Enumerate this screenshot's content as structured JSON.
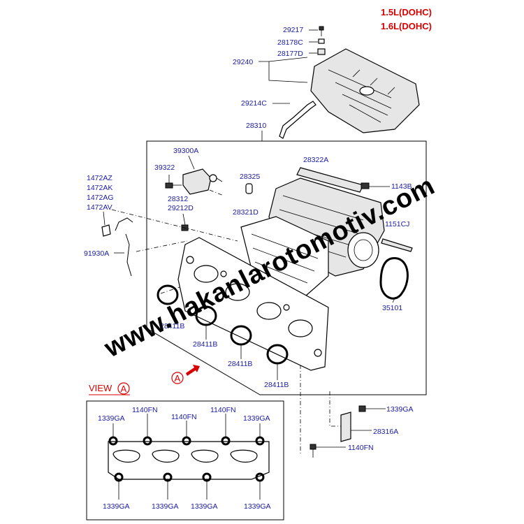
{
  "header": {
    "engine_line1": "1.5L(DOHC)",
    "engine_line2": "1.6L(DOHC)"
  },
  "parts": {
    "p29217": "29217",
    "p28178C": "28178C",
    "p28177D": "28177D",
    "p29240": "29240",
    "p29214C": "29214C",
    "p28310": "28310",
    "p39300A": "39300A",
    "p39322": "39322",
    "p28325": "28325",
    "p28322A": "28322A",
    "p1143B": "1143B",
    "p1472AZ": "1472AZ",
    "p1472AK": "1472AK",
    "p1472AG": "1472AG",
    "p1472AV": "1472AV",
    "p28312": "28312",
    "p29212D": "29212D",
    "p28321D": "28321D",
    "p1151CJ": "1151CJ",
    "p91930A": "91930A",
    "p35101": "35101",
    "p28411B_1": "28411B",
    "p28411B_2": "28411B",
    "p28411B_3": "28411B",
    "p28411B_4": "28411B",
    "p1339GA_side": "1339GA",
    "p28316A": "28316A",
    "p1140FN_side": "1140FN"
  },
  "callout": {
    "letter": "A"
  },
  "view": {
    "title": "VIEW",
    "letter": "A",
    "top_left": "1339GA",
    "top_right": "1339GA",
    "top_mid_1": "1140FN",
    "top_mid_2": "1140FN",
    "top_mid_3": "1140FN",
    "bottom_1": "1339GA",
    "bottom_2": "1339GA",
    "bottom_3": "1339GA",
    "bottom_4": "1339GA"
  },
  "watermark": "www.hakanlarotomotiv.com",
  "icons": [
    "bolt-icon",
    "gasket-ring-icon",
    "arrow-icon"
  ]
}
